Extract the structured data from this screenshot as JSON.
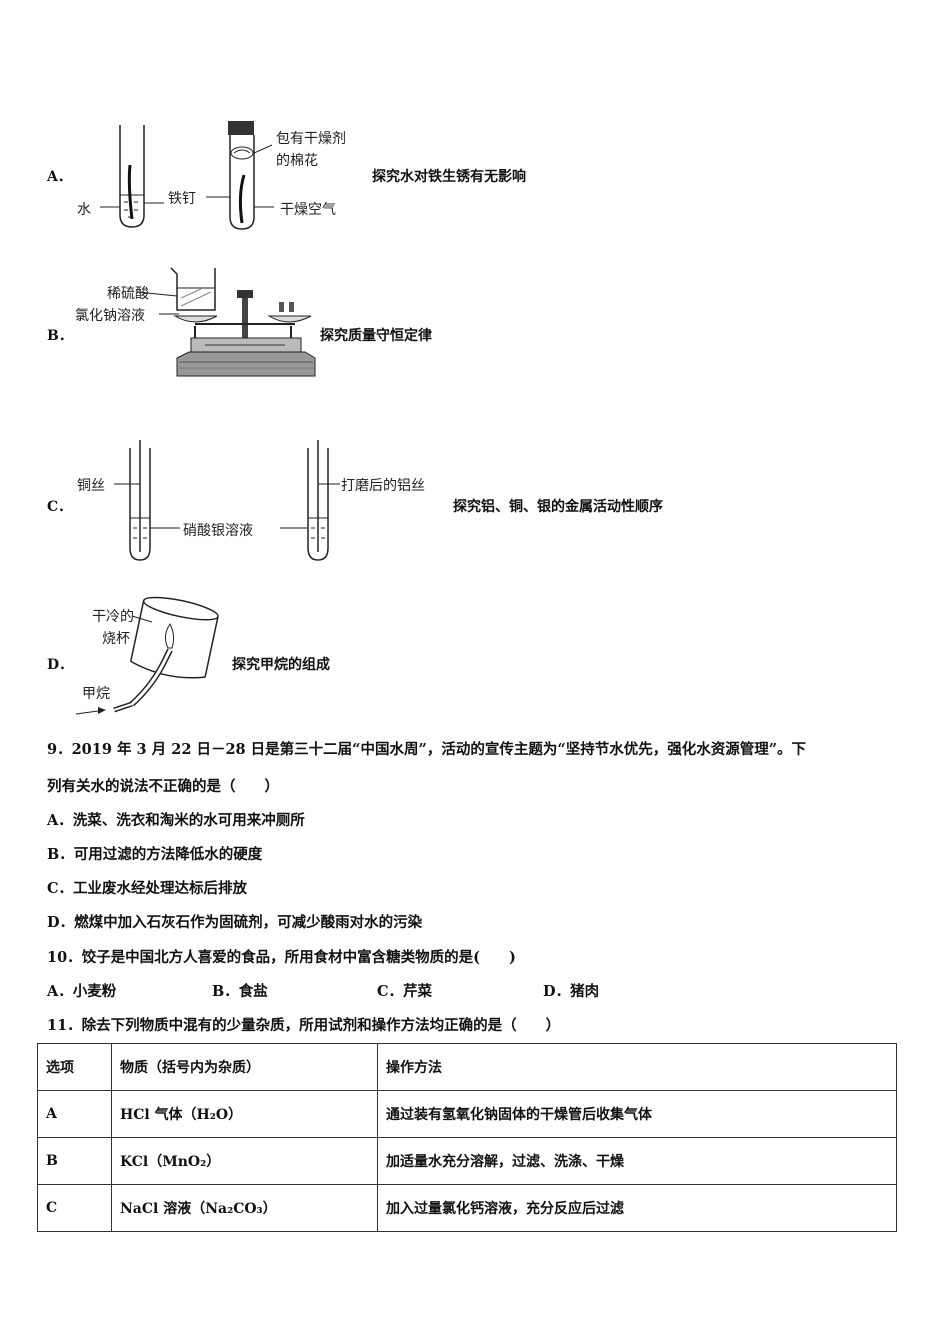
{
  "q8_options": [
    {
      "letter": "A．",
      "desc": "探究水对铁生锈有无影响",
      "labels": {
        "cotton1": "包有干燥剂",
        "cotton2": "的棉花",
        "nail": "铁钉",
        "water": "水",
        "air": "干燥空气"
      }
    },
    {
      "letter": "B．",
      "desc": "探究质量守恒定律",
      "labels": {
        "acid": "稀硫酸",
        "salt": "氯化钠溶液"
      }
    },
    {
      "letter": "C．",
      "desc": "探究铝、铜、银的金属活动性顺序",
      "labels": {
        "cu": "铜丝",
        "ag": "硝酸银溶液",
        "al": "打磨后的铝丝"
      }
    },
    {
      "letter": "D．",
      "desc": "探究甲烷的组成",
      "labels": {
        "beaker1": "干冷的",
        "beaker2": "烧杯",
        "methane": "甲烷"
      }
    }
  ],
  "q9": {
    "line1": "9．2019 年 3 月 22 日－28 日是第三十二届“中国水周”，活动的宣传主题为“坚持节水优先，强化水资源管理”。下",
    "line2": "列有关水的说法不正确的是（　　）",
    "options": [
      "A．洗菜、洗衣和淘米的水可用来冲厕所",
      "B．可用过滤的方法降低水的硬度",
      "C．工业废水经处理达标后排放",
      "D．燃煤中加入石灰石作为固硫剂，可减少酸雨对水的污染"
    ]
  },
  "q10": {
    "stem": "10．饺子是中国北方人喜爱的食品，所用食材中富含糖类物质的是(　　)",
    "options": [
      "A．小麦粉",
      "B．食盐",
      "C．芹菜",
      "D．猪肉"
    ]
  },
  "q11": {
    "stem": "11．除去下列物质中混有的少量杂质，所用试剂和操作方法均正确的是（　　）",
    "headers": [
      "选项",
      "物质（括号内为杂质）",
      "操作方法"
    ],
    "rows": [
      {
        "opt": "A",
        "substance": "HCl 气体（H₂O）",
        "method": "通过装有氢氧化钠固体的干燥管后收集气体"
      },
      {
        "opt": "B",
        "substance": "KCl（MnO₂）",
        "method": "加适量水充分溶解，过滤、洗涤、干燥"
      },
      {
        "opt": "C",
        "substance": "NaCl 溶液（Na₂CO₃）",
        "method": "加入过量氯化钙溶液，充分反应后过滤"
      }
    ]
  }
}
